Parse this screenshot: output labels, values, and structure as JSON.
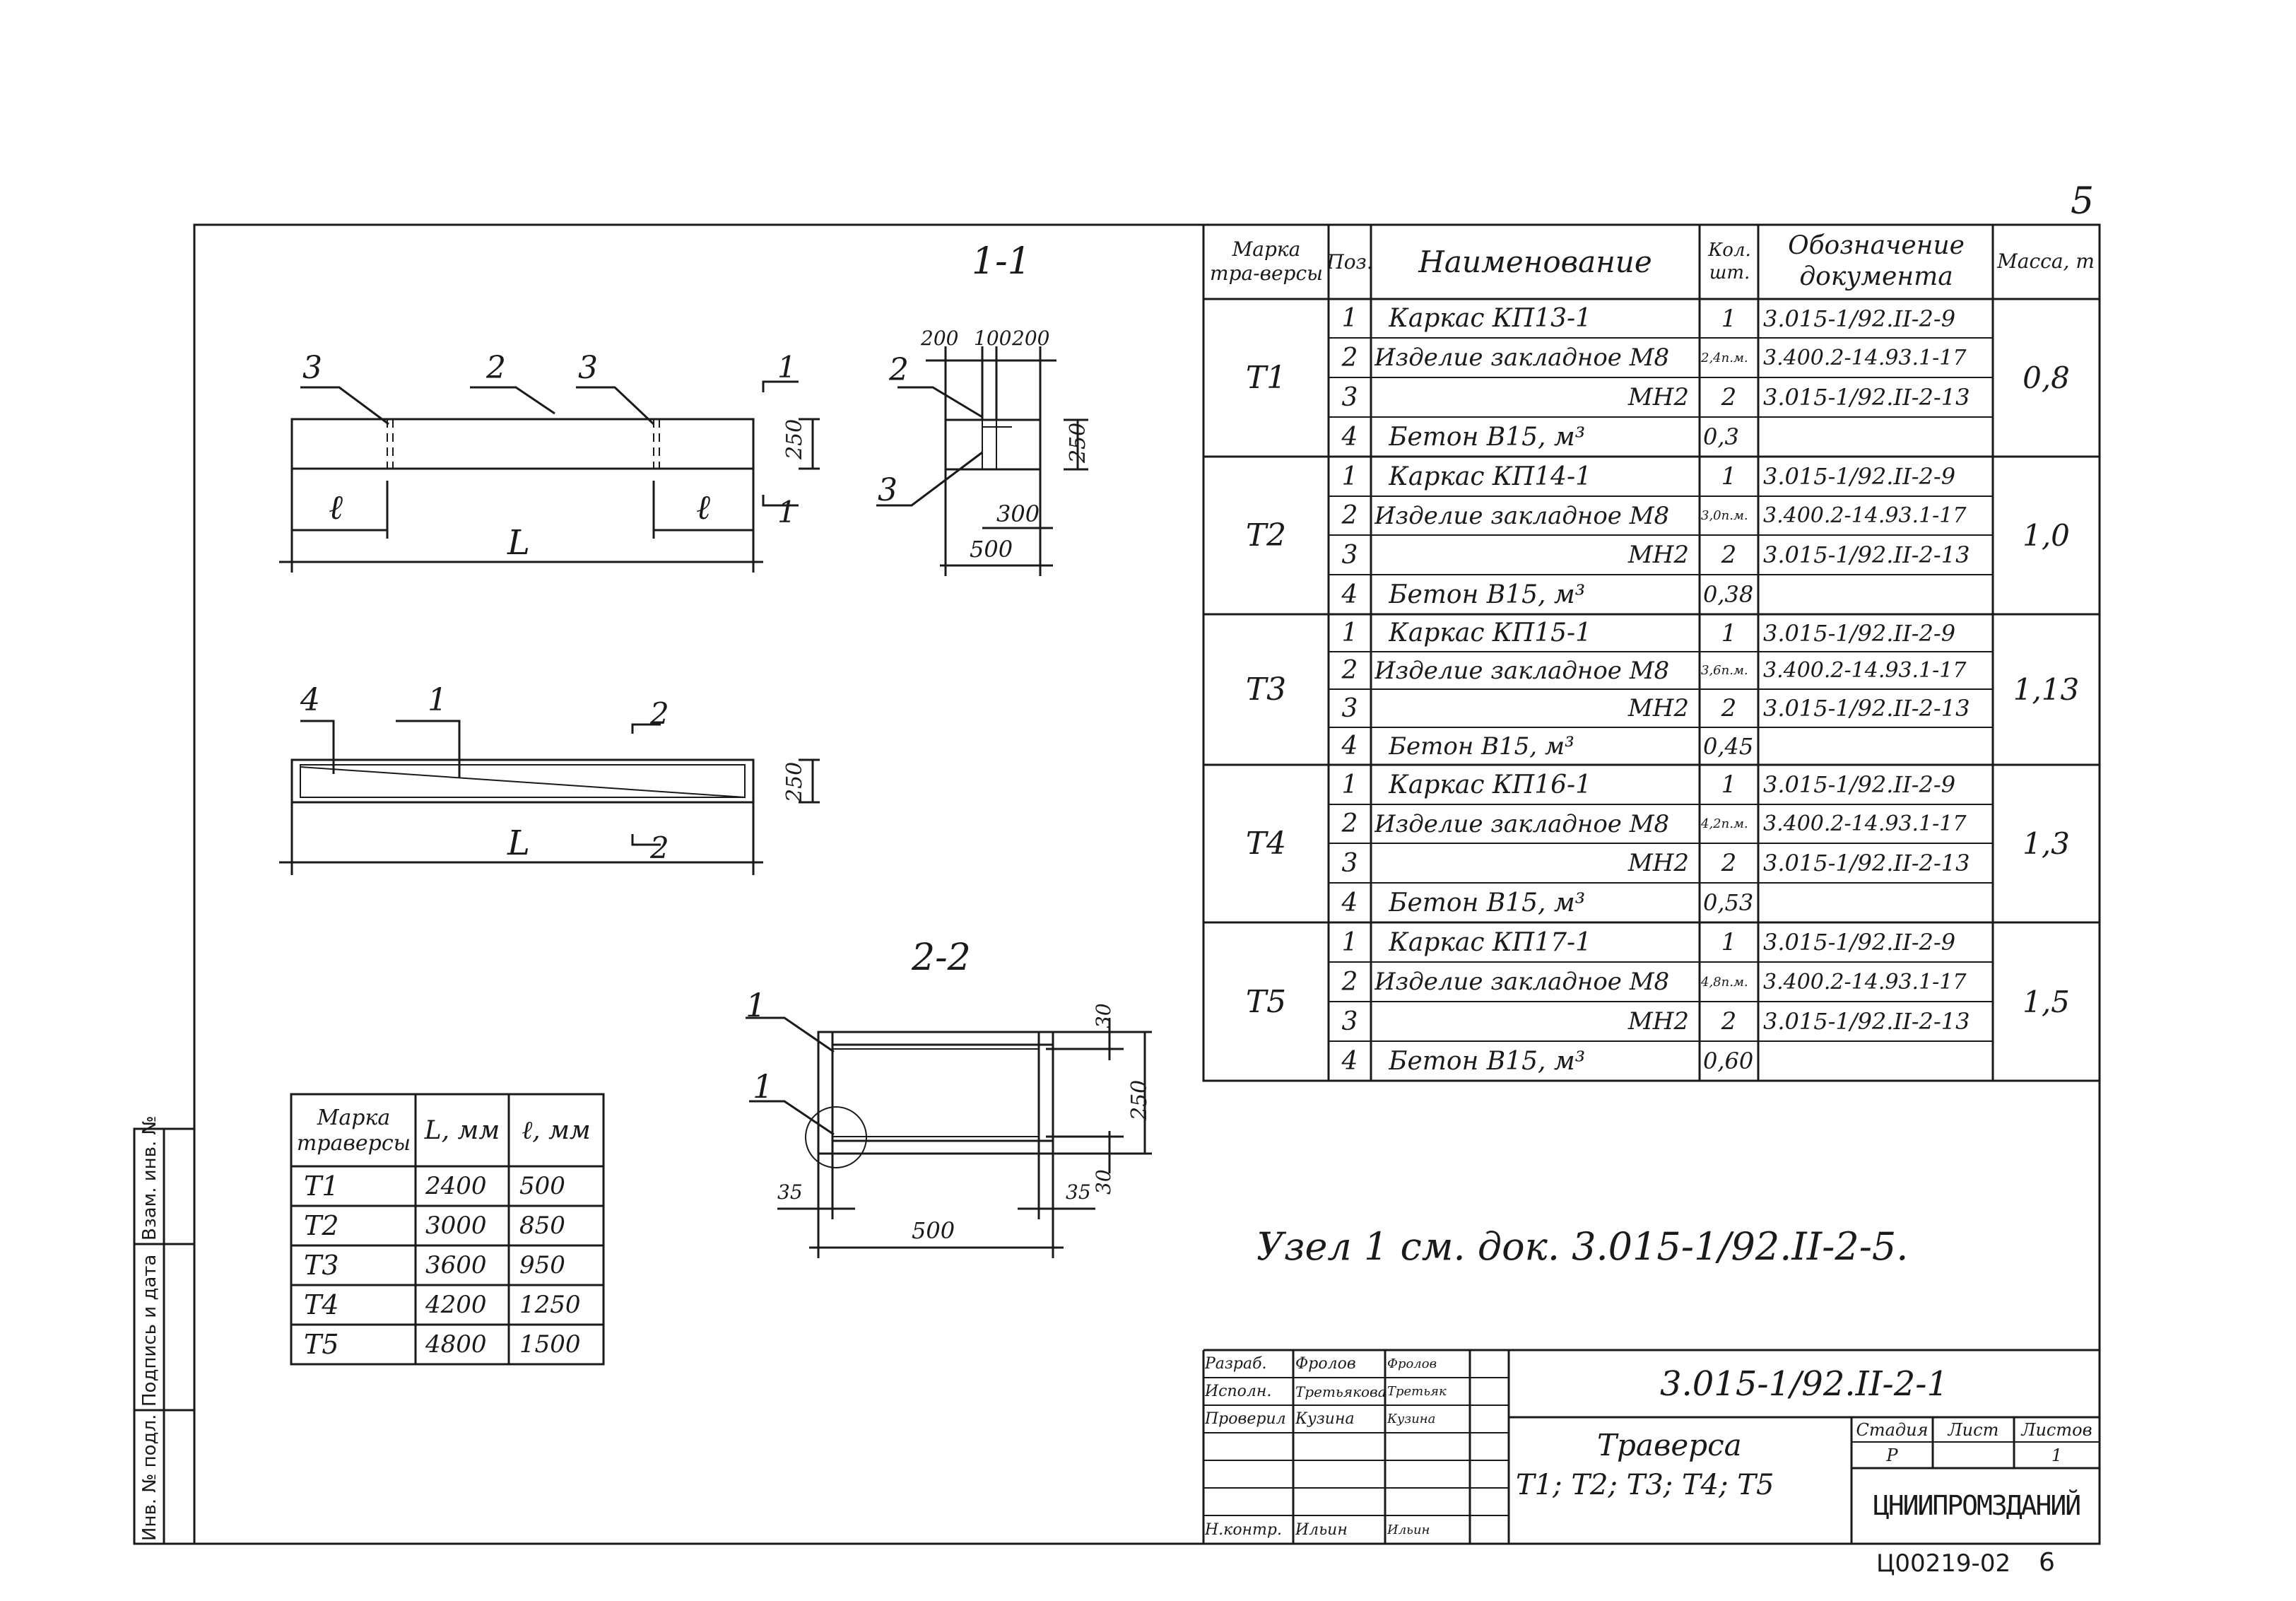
{
  "sheet_number": "5",
  "sections": {
    "s11": "1-1",
    "s22": "2-2"
  },
  "elev_labels": {
    "top": {
      "p3a": "3",
      "p2": "2",
      "p3b": "3",
      "cut1a": "1",
      "cut1b": "1",
      "h250": "250",
      "el": "ℓ",
      "er": "ℓ",
      "L": "L"
    },
    "plan": {
      "p4": "4",
      "p1": "1",
      "cut2a": "2",
      "cut2b": "2",
      "h250": "250",
      "L": "L"
    }
  },
  "section11": {
    "d200a": "200",
    "d100": "100",
    "d200b": "200",
    "p2": "2",
    "p3": "3",
    "h250": "250",
    "d300": "300",
    "d500": "500"
  },
  "section22": {
    "p1a": "1",
    "p1b": "1",
    "d30a": "30",
    "d250": "250",
    "d30b": "30",
    "d35a": "35",
    "d35b": "35",
    "d500": "500"
  },
  "small_table": {
    "headers": [
      "Марка траверсы",
      "L, мм",
      "ℓ, мм"
    ],
    "rows": [
      [
        "Т1",
        "2400",
        "500"
      ],
      [
        "Т2",
        "3000",
        "850"
      ],
      [
        "Т3",
        "3600",
        "950"
      ],
      [
        "Т4",
        "4200",
        "1250"
      ],
      [
        "Т5",
        "4800",
        "1500"
      ]
    ]
  },
  "spec_table": {
    "headers": [
      "Марка тра-версы",
      "Поз.",
      "Наименование",
      "Кол. шт.",
      "Обозначение документа",
      "Масса, т"
    ],
    "groups": [
      {
        "mark": "Т1",
        "mass": "0,8",
        "rows": [
          [
            "1",
            "Каркас   КП13-1",
            "1",
            "3.015-1/92.II-2-9"
          ],
          [
            "2",
            "Изделие закладное М8",
            "2,4п.м.",
            "3.400.2-14.93.1-17"
          ],
          [
            "3",
            "МН2",
            "2",
            "3.015-1/92.II-2-13"
          ],
          [
            "4",
            "Бетон В15, м³",
            "0,3",
            ""
          ]
        ]
      },
      {
        "mark": "Т2",
        "mass": "1,0",
        "rows": [
          [
            "1",
            "Каркас   КП14-1",
            "1",
            "3.015-1/92.II-2-9"
          ],
          [
            "2",
            "Изделие закладное М8",
            "3,0п.м.",
            "3.400.2-14.93.1-17"
          ],
          [
            "3",
            "МН2",
            "2",
            "3.015-1/92.II-2-13"
          ],
          [
            "4",
            "Бетон В15, м³",
            "0,38",
            ""
          ]
        ]
      },
      {
        "mark": "Т3",
        "mass": "1,13",
        "rows": [
          [
            "1",
            "Каркас   КП15-1",
            "1",
            "3.015-1/92.II-2-9"
          ],
          [
            "2",
            "Изделие закладное М8",
            "3,6п.м.",
            "3.400.2-14.93.1-17"
          ],
          [
            "3",
            "МН2",
            "2",
            "3.015-1/92.II-2-13"
          ],
          [
            "4",
            "Бетон В15, м³",
            "0,45",
            ""
          ]
        ]
      },
      {
        "mark": "Т4",
        "mass": "1,3",
        "rows": [
          [
            "1",
            "Каркас   КП16-1",
            "1",
            "3.015-1/92.II-2-9"
          ],
          [
            "2",
            "Изделие закладное М8",
            "4,2п.м.",
            "3.400.2-14.93.1-17"
          ],
          [
            "3",
            "МН2",
            "2",
            "3.015-1/92.II-2-13"
          ],
          [
            "4",
            "Бетон В15, м³",
            "0,53",
            ""
          ]
        ]
      },
      {
        "mark": "Т5",
        "mass": "1,5",
        "rows": [
          [
            "1",
            "Каркас   КП17-1",
            "1",
            "3.015-1/92.II-2-9"
          ],
          [
            "2",
            "Изделие закладное М8",
            "4,8п.м.",
            "3.400.2-14.93.1-17"
          ],
          [
            "3",
            "МН2",
            "2",
            "3.015-1/92.II-2-13"
          ],
          [
            "4",
            "Бетон В15, м³",
            "0,60",
            ""
          ]
        ]
      }
    ]
  },
  "node_note": "Узел 1  см. док. 3.015-1/92.II-2-5.",
  "side_stamp": [
    "Инв. № подл.",
    "Подпись и дата",
    "Взам. инв. №"
  ],
  "title_block": {
    "roles": [
      "Разраб.",
      "Исполн.",
      "Проверил",
      "",
      "",
      "",
      "Н.контр."
    ],
    "names": [
      "Фролов",
      "Третьякова",
      "Кузина",
      "",
      "",
      "",
      "Ильин"
    ],
    "signs": [
      "Фролов",
      "Третьяк",
      "Кузина",
      "",
      "",
      "",
      "Ильин"
    ],
    "code": "3.015-1/92.II-2-1",
    "title1": "Траверса",
    "title2": "Т1; Т2; Т3; Т4; Т5",
    "stage_h": "Стадия",
    "sheet_h": "Лист",
    "sheets_h": "Листов",
    "stage": "Р",
    "sheet": "",
    "sheets": "1",
    "org": "ЦНИИПРОМЗДАНИЙ"
  },
  "footer_code": "Ц00219-02",
  "footer_page": "6"
}
